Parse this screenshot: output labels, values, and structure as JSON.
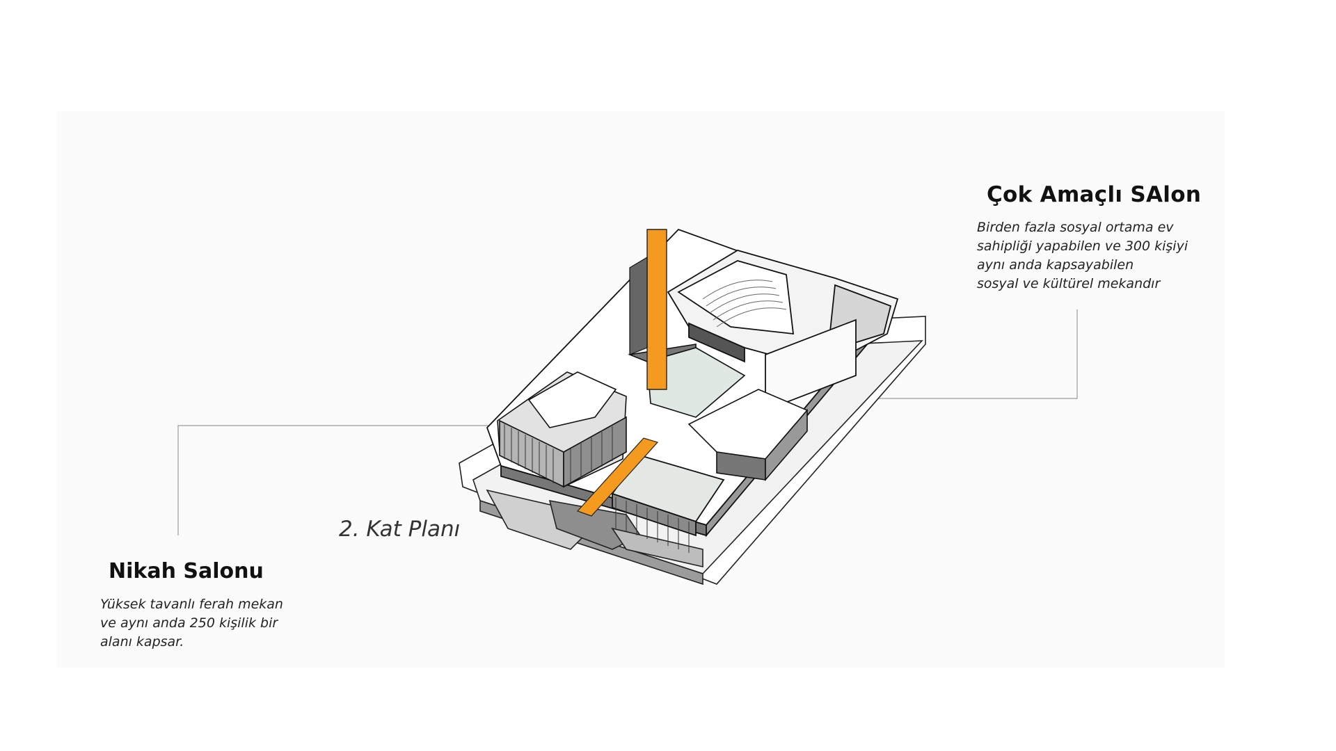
{
  "callouts": {
    "multipurpose_hall": {
      "title": "Çok Amaçlı SAlon",
      "description_lines": [
        "Birden fazla sosyal ortama ev",
        "sahipliği yapabilen ve 300 kişiyi",
        "aynı anda kapsayabilen",
        "sosyal ve kültürel mekandır"
      ]
    },
    "wedding_hall": {
      "title": "Nikah Salonu",
      "description_lines": [
        "Yüksek tavanlı ferah mekan",
        "ve aynı anda 250 kişilik bir",
        "alanı kapsar."
      ]
    }
  },
  "plan_label": "2. Kat Planı",
  "colors": {
    "accent": "#f39a1f",
    "line": "#111111",
    "leader_line": "#9a9a9a",
    "panel": "#fbfbfb",
    "glass": "#dfe8e2"
  }
}
